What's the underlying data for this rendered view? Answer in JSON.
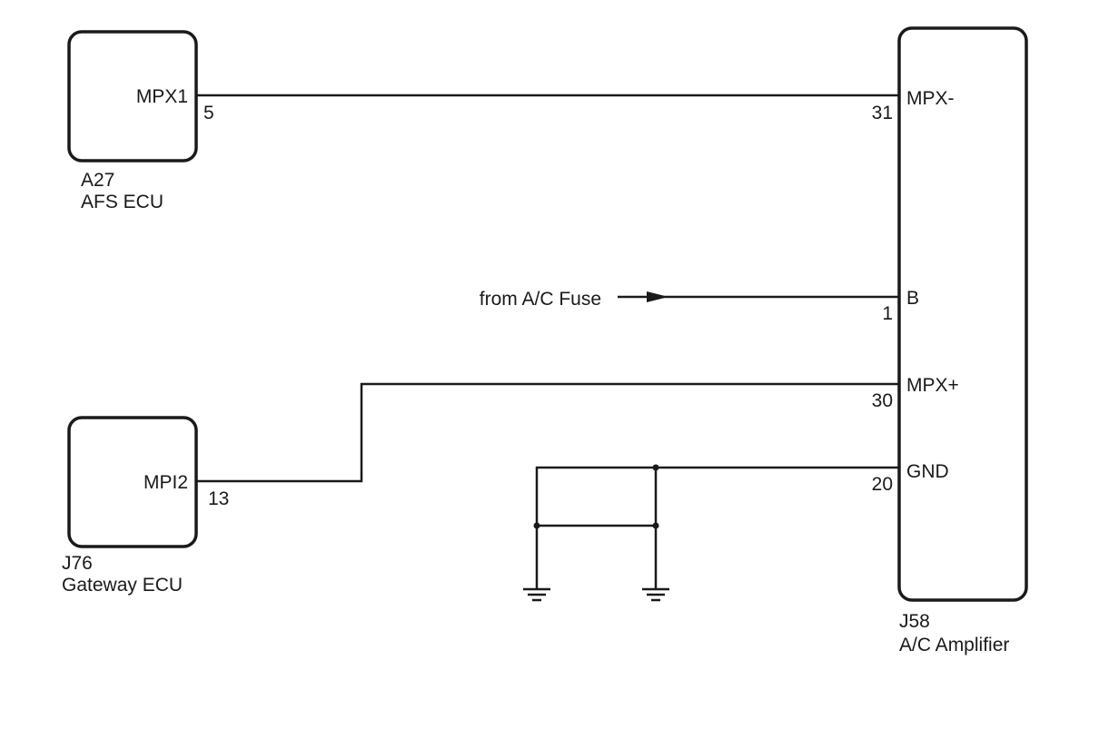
{
  "components": {
    "afs_ecu": {
      "code": "A27",
      "name": "AFS ECU",
      "pin_name": "MPX1",
      "pin_number": "5"
    },
    "gateway_ecu": {
      "code": "J76",
      "name": "Gateway ECU",
      "pin_name": "MPI2",
      "pin_number": "13"
    },
    "ac_amplifier": {
      "code": "J58",
      "name": "A/C Amplifier",
      "pins": {
        "mpx_minus": {
          "name": "MPX-",
          "number": "31"
        },
        "b": {
          "name": "B",
          "number": "1"
        },
        "mpx_plus": {
          "name": "MPX+",
          "number": "30"
        },
        "gnd": {
          "name": "GND",
          "number": "20"
        }
      }
    }
  },
  "power_source": {
    "label": "from A/C Fuse"
  }
}
